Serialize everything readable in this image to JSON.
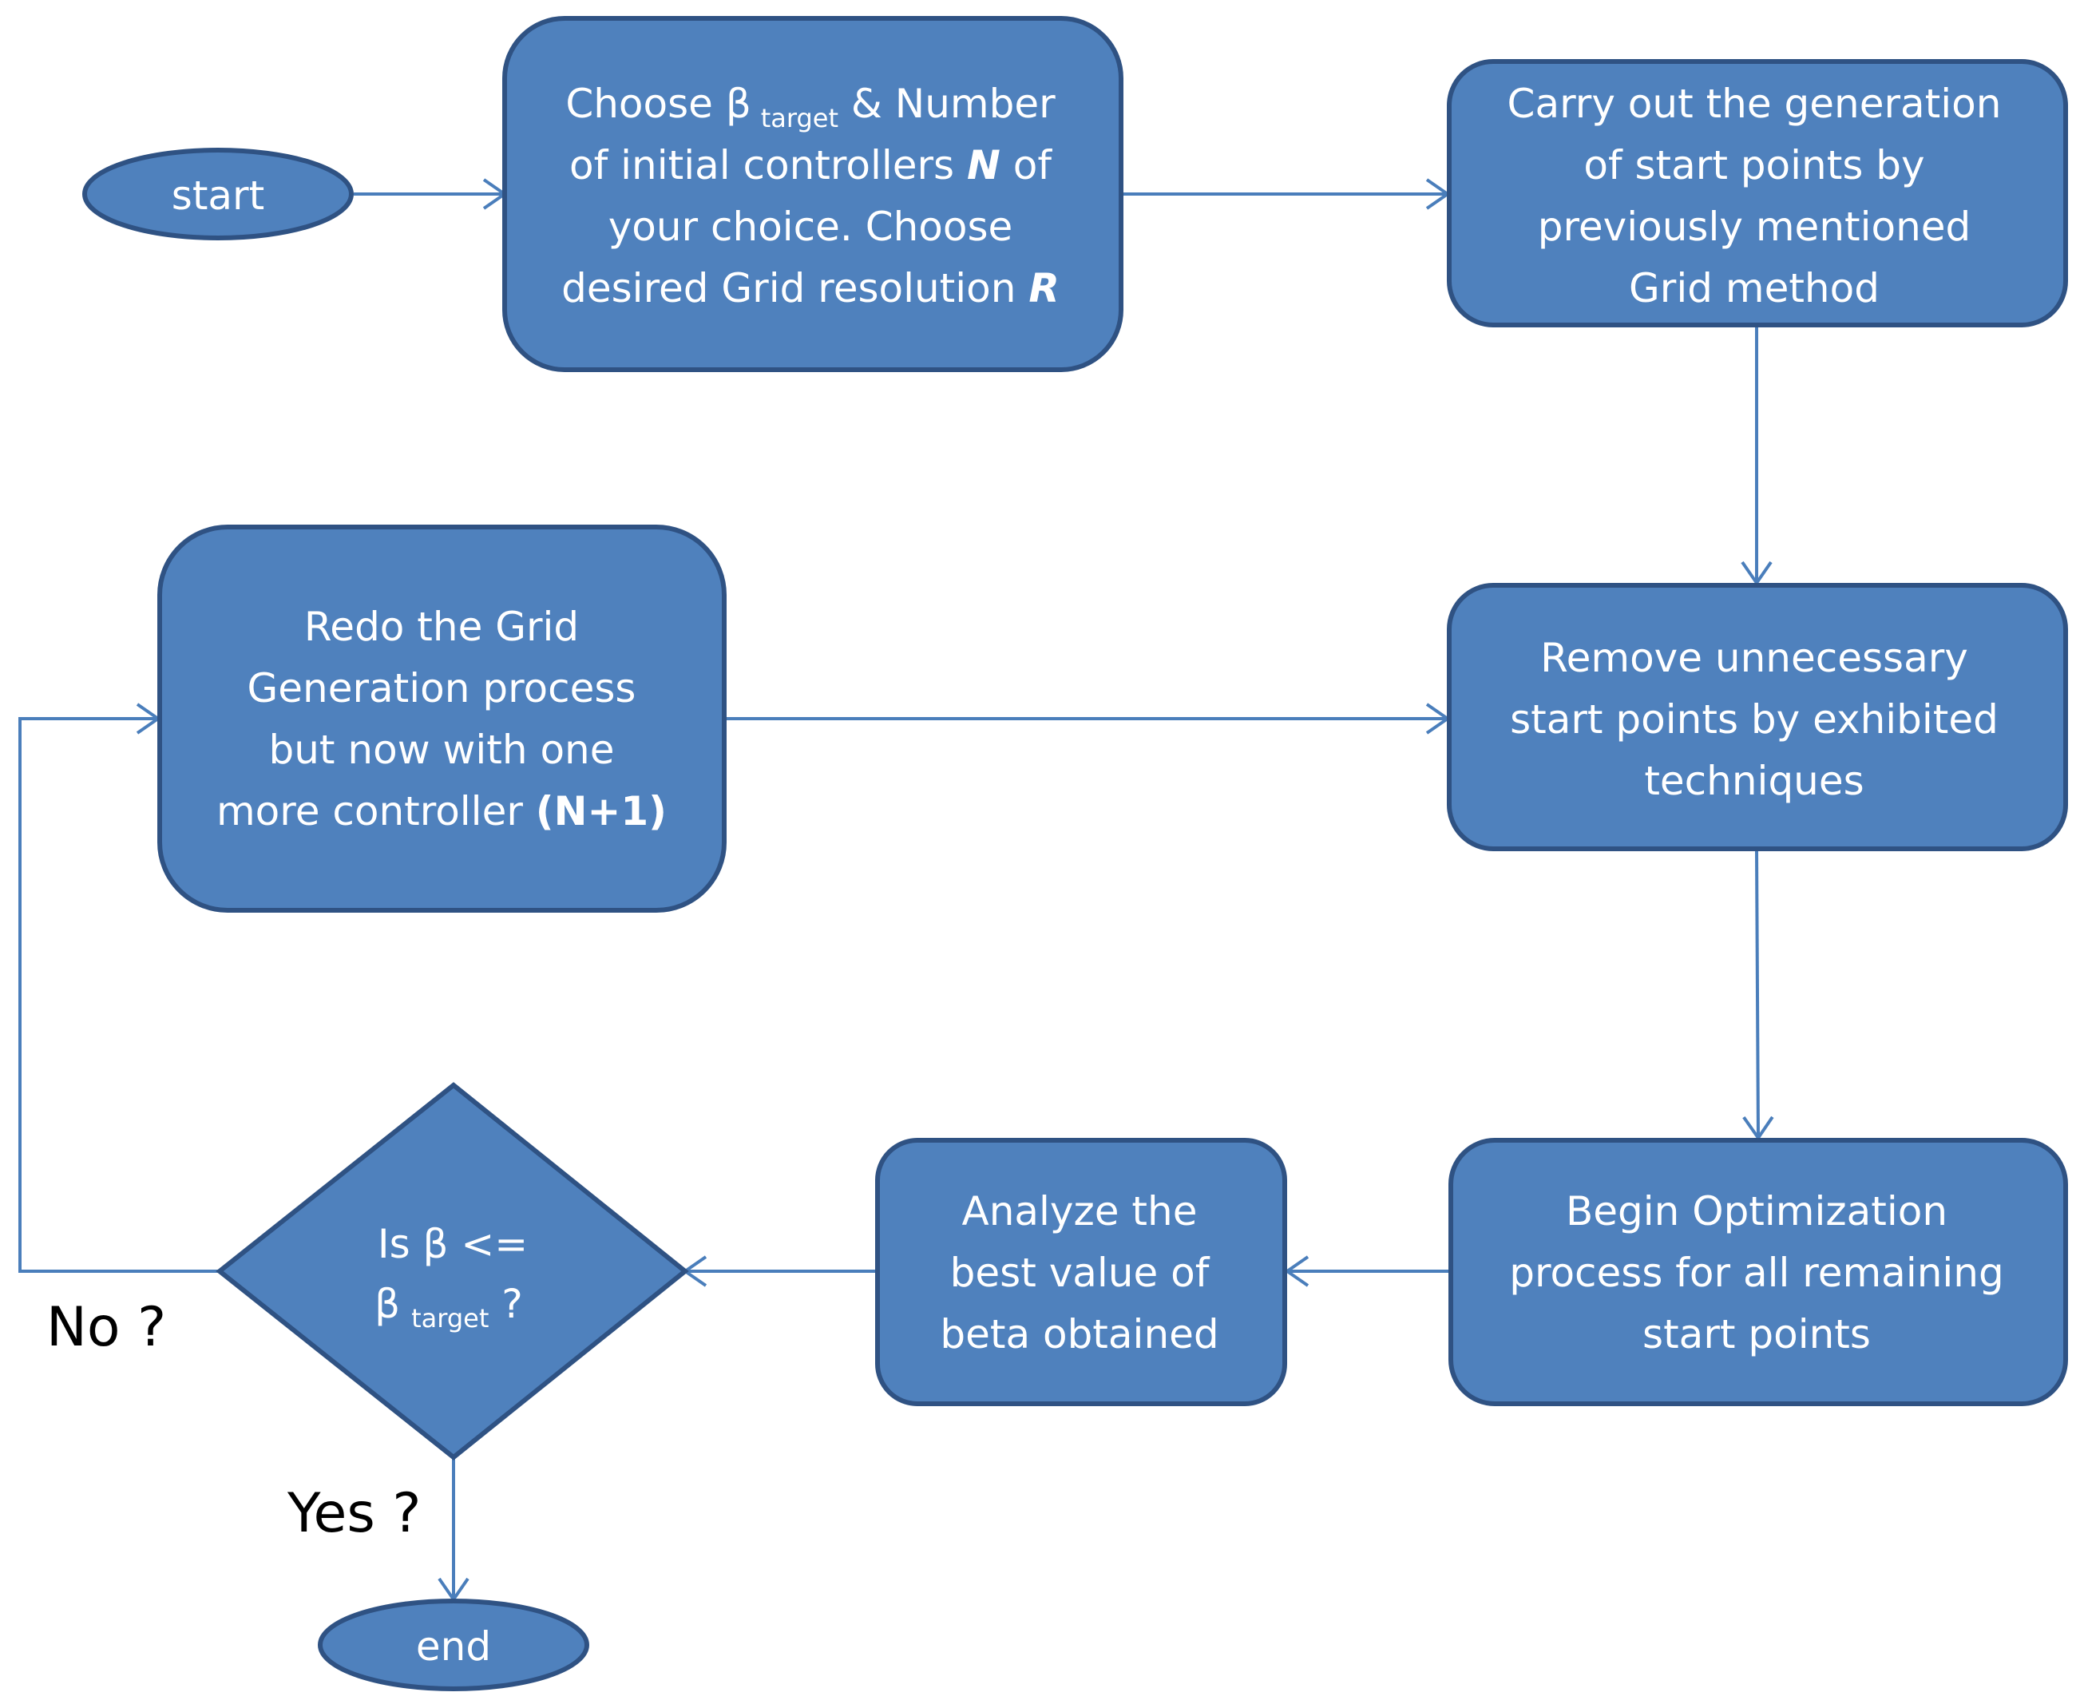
{
  "colors": {
    "node_fill": "#4f81bd",
    "node_stroke": "#2f5283",
    "edge": "#4a7ebb",
    "node_text": "#ffffff",
    "label_text": "#000000"
  },
  "nodes": {
    "start": {
      "label": "start"
    },
    "choose": {
      "line1_a": "Choose β",
      "line1_sub": "target",
      "line1_b": " & Number",
      "line2_a": "of initial controllers ",
      "line2_var": "N",
      "line2_b": " of",
      "line3": "your choice. Choose",
      "line4_a": "desired Grid resolution ",
      "line4_var": "R"
    },
    "carry": {
      "lines": [
        "Carry out the generation",
        "of start points by",
        "previously mentioned",
        "Grid method"
      ]
    },
    "remove": {
      "lines": [
        "Remove unnecessary",
        "start points by exhibited",
        "techniques"
      ]
    },
    "begin": {
      "lines": [
        "Begin Optimization",
        "process for all remaining",
        "start points"
      ]
    },
    "analyze": {
      "lines": [
        "Analyze the",
        "best value of",
        "beta obtained"
      ]
    },
    "decision": {
      "line1": "Is β  <=",
      "line2_a": "β",
      "line2_sub": "target",
      "line2_b": " ?"
    },
    "redo": {
      "line1": "Redo the Grid",
      "line2": "Generation process",
      "line3": "but now with one",
      "line4_a": "more controller ",
      "line4_b": "(N+1)"
    },
    "end": {
      "label": "end"
    }
  },
  "edge_labels": {
    "no": "No ?",
    "yes": "Yes ?"
  }
}
